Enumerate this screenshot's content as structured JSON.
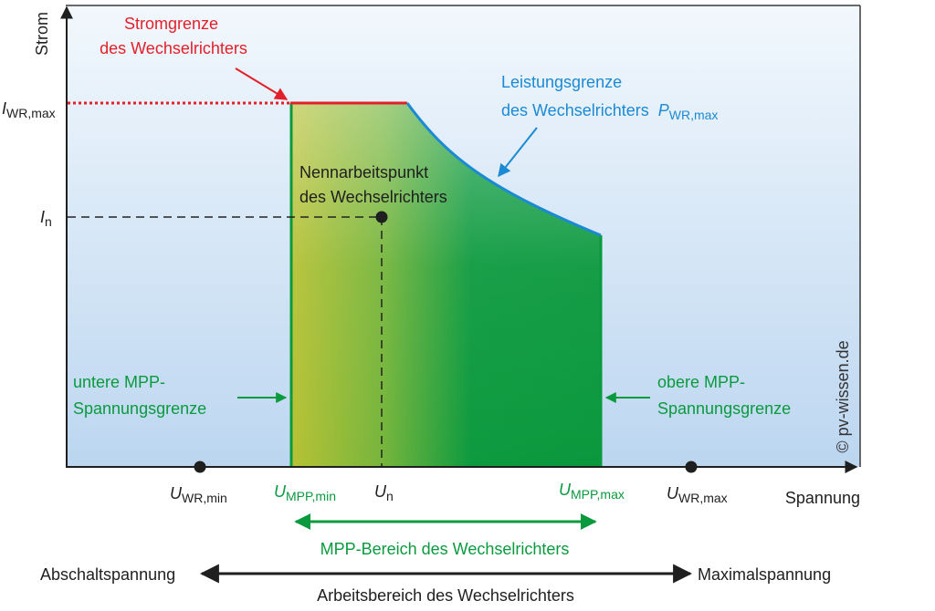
{
  "colors": {
    "panel_top": "#f2f8fd",
    "panel_bottom": "#bcd6f0",
    "green": "#0a9a3e",
    "green_light": "#9cc87e",
    "yellow_green": "#a9bd2a",
    "red": "#e3202a",
    "blue": "#1a8ad4",
    "dark": "#1f1f1f"
  },
  "axes": {
    "y_label": "Strom",
    "x_label": "Spannung"
  },
  "y_ticks": {
    "i_wr_max": {
      "sym": "I",
      "sub": "WR,max"
    },
    "i_n": {
      "sym": "I",
      "sub": "n"
    }
  },
  "x_ticks": {
    "u_wr_min": {
      "sym": "U",
      "sub": "WR,min"
    },
    "u_mpp_min": {
      "sym": "U",
      "sub": "MPP,min"
    },
    "u_n": {
      "sym": "U",
      "sub": "n"
    },
    "u_mpp_max": {
      "sym": "U",
      "sub": "MPP,max"
    },
    "u_wr_max": {
      "sym": "U",
      "sub": "WR,max"
    }
  },
  "annotations": {
    "current_limit": [
      "Stromgrenze",
      "des Wechselrichters"
    ],
    "power_limit_line1": "Leistungsgrenze",
    "power_limit_line2": "des Wechselrichters",
    "power_limit_sym": "P",
    "power_limit_sub": "WR,max",
    "nominal_point": [
      "Nennarbeitspunkt",
      "des Wechselrichters"
    ],
    "lower_mpp": [
      "untere MPP-",
      "Spannungsgrenze"
    ],
    "upper_mpp": [
      "obere MPP-",
      "Spannungsgrenze"
    ],
    "copyright": "© pv-wissen.de"
  },
  "ranges": {
    "mpp_range": "MPP-Bereich des Wechselrichters",
    "operating_range": "Arbeitsbereich des Wechselrichters",
    "shutdown_voltage": "Abschaltspannung",
    "max_voltage": "Maximalspannung"
  }
}
